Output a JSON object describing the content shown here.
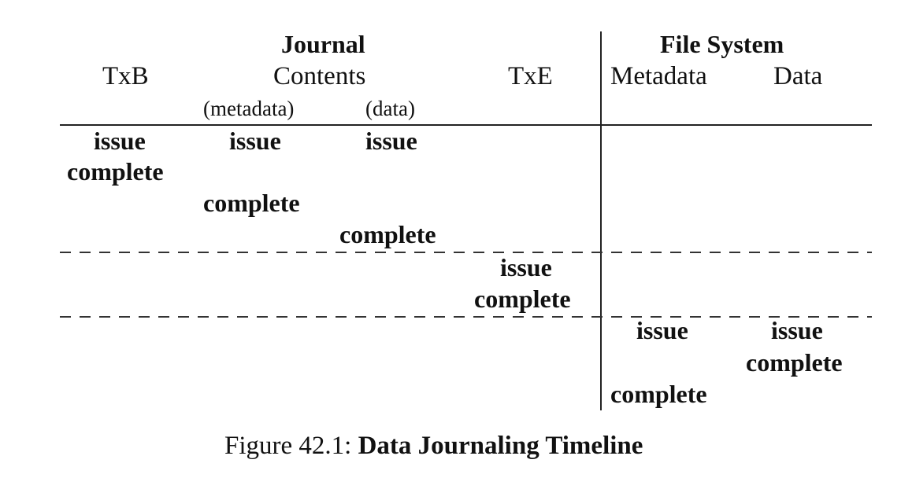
{
  "header": {
    "journal": "Journal",
    "file_system": "File System",
    "txb": "TxB",
    "contents": "Contents",
    "txe": "TxE",
    "metadata": "Metadata",
    "data": "Data",
    "sub_metadata": "(metadata)",
    "sub_data": "(data)"
  },
  "events": {
    "txb_issue": "issue",
    "txb_complete": "complete",
    "jmeta_issue": "issue",
    "jmeta_complete": "complete",
    "jdata_issue": "issue",
    "jdata_complete": "complete",
    "txe_issue": "issue",
    "txe_complete": "complete",
    "fsmeta_issue": "issue",
    "fsmeta_complete": "complete",
    "fsdata_issue": "issue",
    "fsdata_complete": "complete"
  },
  "caption": {
    "prefix": "Figure 42.1:",
    "title": "Data Journaling Timeline"
  }
}
